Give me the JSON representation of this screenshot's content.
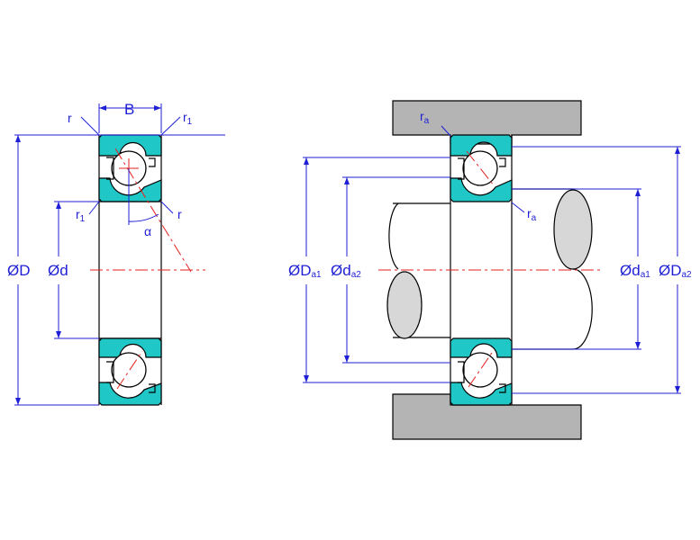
{
  "left_diagram": {
    "width_label": "B",
    "chamfer_r": "r",
    "chamfer_r1_base": "r",
    "chamfer_r1_sub": "1",
    "outer_diameter": "ØD",
    "bore_diameter": "Ød",
    "contact_angle": "α"
  },
  "right_diagram": {
    "ra_base": "r",
    "ra_sub": "a",
    "Da1_base": "ØD",
    "Da1_sub": "a1",
    "da2_base": "Ød",
    "da2_sub": "a2",
    "da1_base": "Ød",
    "da1_sub": "a1",
    "Da2_base": "ØD",
    "Da2_sub": "a2"
  },
  "colors": {
    "ring_fill": "#20c7c7",
    "housing_fill": "#b4b4b4",
    "shaft_end_fill": "#d7d7d7",
    "dimension_color": "#1f1fd6",
    "centerline_color": "#e52020"
  }
}
